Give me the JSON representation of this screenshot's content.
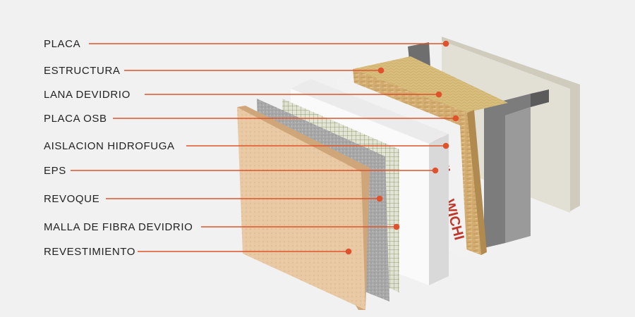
{
  "accent_color": "#e0522b",
  "brand_text": "WICHI",
  "labels": [
    {
      "id": "placa",
      "text": "PLACA"
    },
    {
      "id": "estructura",
      "text": "ESTRUCTURA"
    },
    {
      "id": "lana-de-vidrio",
      "text": "LANA DEVIDRIO"
    },
    {
      "id": "placa-osb",
      "text": "PLACA OSB"
    },
    {
      "id": "aislacion-hidrofuga",
      "text": "AISLACION HIDROFUGA"
    },
    {
      "id": "eps",
      "text": "EPS"
    },
    {
      "id": "revoque",
      "text": "REVOQUE"
    },
    {
      "id": "malla-de-fibra-de-vidrio",
      "text": "MALLA DE FIBRA DEVIDRIO"
    },
    {
      "id": "revestimiento",
      "text": "REVESTIMIENTO"
    }
  ]
}
